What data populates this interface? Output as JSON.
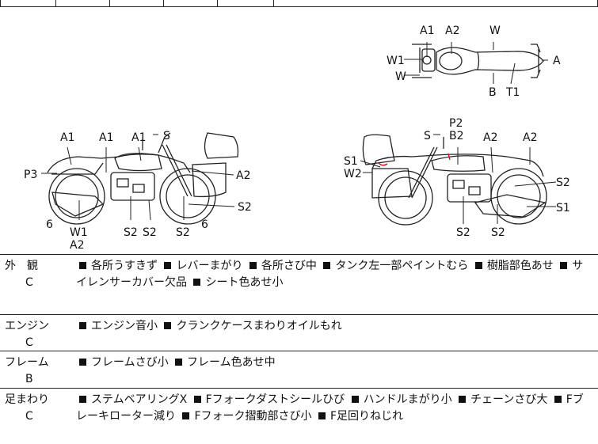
{
  "diagram": {
    "top_view": {
      "labels": [
        "A1",
        "A2",
        "W",
        "W1",
        "W",
        "A",
        "B",
        "T1"
      ]
    },
    "left_view": {
      "labels": [
        "A1",
        "A1",
        "A1",
        "S",
        "P3",
        "A2",
        "S2",
        "6",
        "6",
        "W1",
        "A2",
        "S2",
        "S2",
        "S2"
      ]
    },
    "right_view": {
      "labels": [
        "P2",
        "S",
        "B2",
        "A2",
        "A2",
        "S1",
        "W2",
        "S2",
        "S1",
        "S2",
        "S2"
      ]
    }
  },
  "rows": [
    {
      "category": "外　観",
      "grade": "C",
      "items": [
        "各所うすきず",
        "レバーまがり",
        "各所さび中",
        "タンク左一部ペイントむら",
        "樹脂部色あせ",
        "サイレンサーカバー欠品",
        "シート色あせ小"
      ]
    },
    {
      "category": "エンジン",
      "grade": "C",
      "items": [
        "エンジン音小",
        "クランクケースまわりオイルもれ"
      ]
    },
    {
      "category": "フレーム",
      "grade": "B",
      "items": [
        "フレームさび小",
        "フレーム色あせ中"
      ]
    },
    {
      "category": "足まわり",
      "grade": "C",
      "items": [
        "ステムベアリングX",
        "Fフォークダストシールひび",
        "ハンドルまがり小",
        "チェーンさび大",
        "Fブレーキローター減り",
        "Fフォーク摺動部さび小",
        "F足回りねじれ"
      ]
    }
  ]
}
